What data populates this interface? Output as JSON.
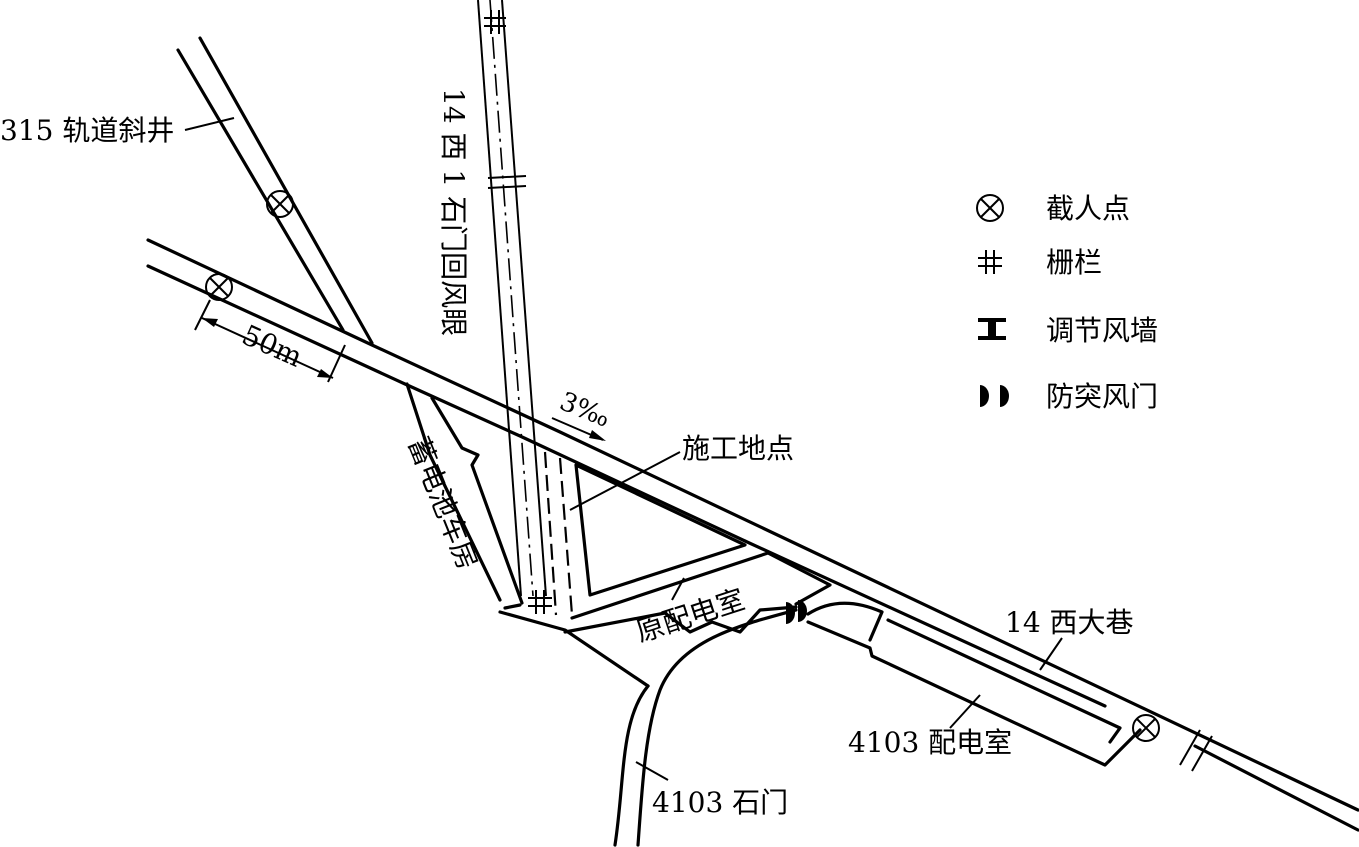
{
  "labels": {
    "incline_shaft": "315 轨道斜井",
    "return_airway": "14 西 1 石门回风眼",
    "distance": "50m",
    "gradient": "3‰",
    "construction_site": "施工地点",
    "battery_garage": "蓄电池车房",
    "old_substation": "原配电室",
    "main_roadway": "14 西大巷",
    "substation_4103": "4103 配电室",
    "crosscut_4103": "4103 石门"
  },
  "legend": [
    {
      "icon": "intercept-point-icon",
      "label": "截人点"
    },
    {
      "icon": "fence-icon",
      "label": "栅栏"
    },
    {
      "icon": "regulating-wall-icon",
      "label": "调节风墙"
    },
    {
      "icon": "outburst-door-icon",
      "label": "防突风门"
    }
  ],
  "colors": {
    "line": "#000000",
    "background": "#ffffff"
  }
}
